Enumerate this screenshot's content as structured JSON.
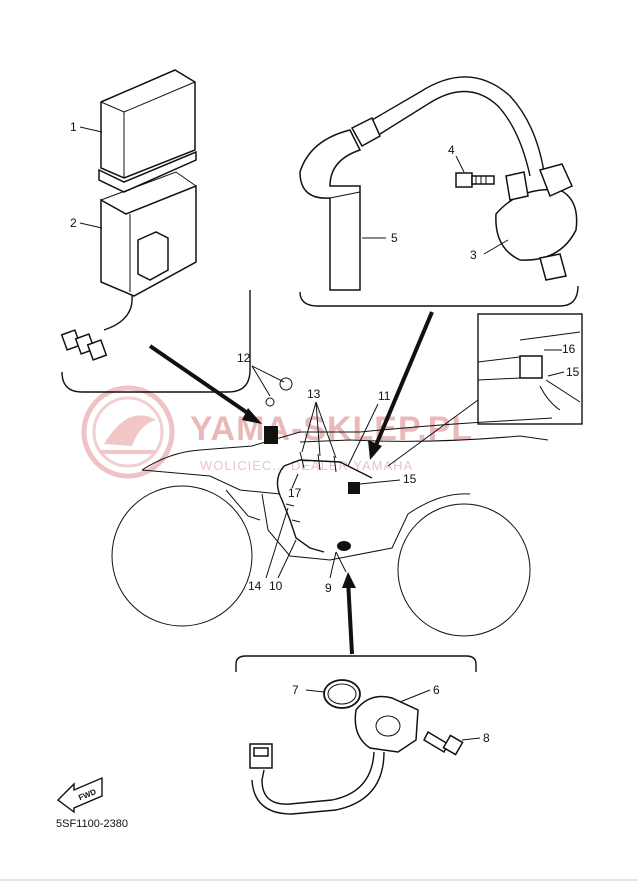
{
  "watermark": {
    "main": "YAMA-SKLEP.PL",
    "sub": "WOLICIEC… DEALER YAMAHA"
  },
  "fwd_label": "FWD",
  "diagram_code": "5SF1100-2380",
  "callouts": {
    "c1": "1",
    "c2": "2",
    "c3": "3",
    "c4": "4",
    "c5": "5",
    "c6": "6",
    "c7": "7",
    "c8": "8",
    "c9": "9",
    "c10": "10",
    "c11": "11",
    "c12": "12",
    "c13": "13",
    "c14": "14",
    "c15": "15",
    "c15b": "15",
    "c16": "16",
    "c17": "17"
  }
}
